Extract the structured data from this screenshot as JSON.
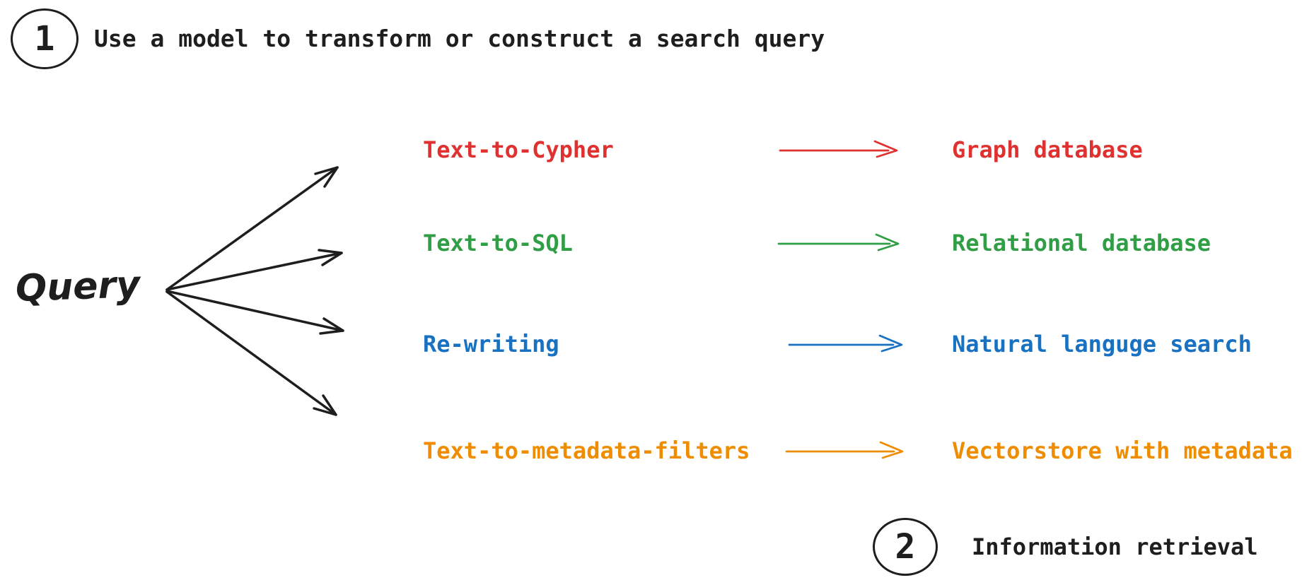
{
  "palette": {
    "ink": "#1e1e1e",
    "red": "#e03131",
    "green": "#2f9e44",
    "blue": "#1971c2",
    "orange": "#f08c00"
  },
  "steps": [
    {
      "number": "1",
      "label": "Use a model to transform or construct a search query"
    },
    {
      "number": "2",
      "label": "Information retrieval"
    }
  ],
  "query": {
    "label": "Query"
  },
  "rows": [
    {
      "method": "Text-to-Cypher",
      "target": "Graph database",
      "color": "#e03131"
    },
    {
      "method": "Text-to-SQL",
      "target": "Relational database",
      "color": "#2f9e44"
    },
    {
      "method": "Re-writing",
      "target": "Natural languge search",
      "color": "#1971c2"
    },
    {
      "method": "Text-to-metadata-filters",
      "target": "Vectorstore with metadata",
      "color": "#f08c00"
    }
  ]
}
